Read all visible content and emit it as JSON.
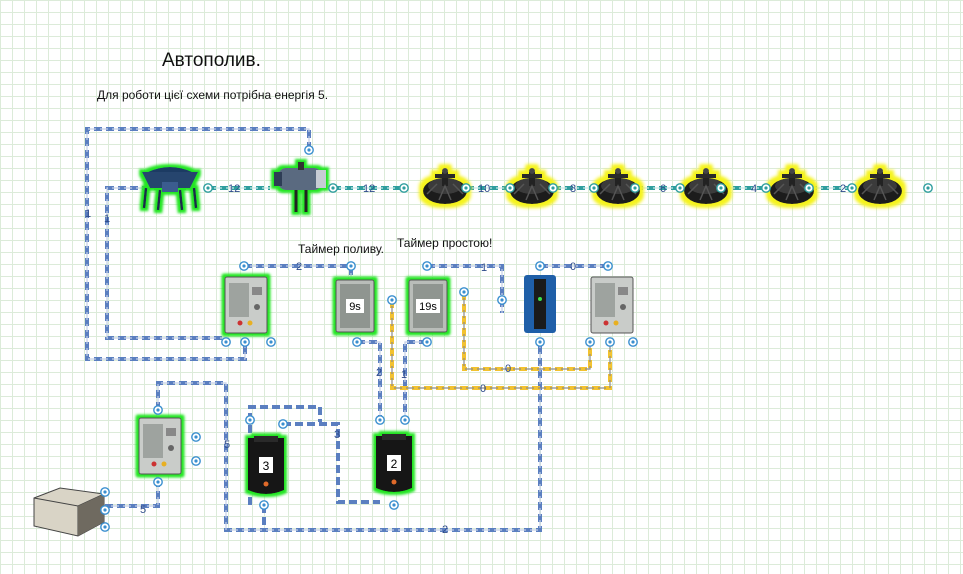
{
  "title": "Автополив.",
  "note": "Для роботи цієї схеми потрібна енергія 5.",
  "labels": {
    "watering_timer": "Таймер поливу.",
    "idle_timer": "Таймер простою!"
  },
  "components": {
    "timer_watering_display": "9s",
    "timer_idle_display": "19s",
    "battery_a_display": "3",
    "battery_b_display": "2"
  },
  "wire_values": {
    "water_pump_to_filter": "12",
    "filter_to_sprinklers": "12",
    "sprinkler_1": "10",
    "sprinkler_2": "8",
    "sprinkler_3": "6",
    "sprinkler_4": "4",
    "sprinkler_5": "2",
    "feed_left_a": "1",
    "feed_left_b": "1",
    "switch_to_timer": "2",
    "timer_to_blue": "1",
    "blue_to_switch": "0",
    "timer_down_a": "2",
    "timer_down_b": "1",
    "yellow_a": "0",
    "yellow_b": "0",
    "bottom_feed": "5",
    "gen_to_switch": "5",
    "battery_mid": "3",
    "bottom_return": "2"
  },
  "colors": {
    "grid": "#dcebd9",
    "wire_blue": "#5b7fc0",
    "wire_teal": "#2e9e9e",
    "wire_yellow": "#f2c230",
    "glow_green": "#22e622",
    "glow_yellow": "#f5f31a"
  },
  "icons": [
    "water-pump-icon",
    "filter-icon",
    "sprinkler-icon",
    "switch-box-icon",
    "timer-icon",
    "blue-capacitor-icon",
    "battery-icon",
    "generator-icon"
  ]
}
